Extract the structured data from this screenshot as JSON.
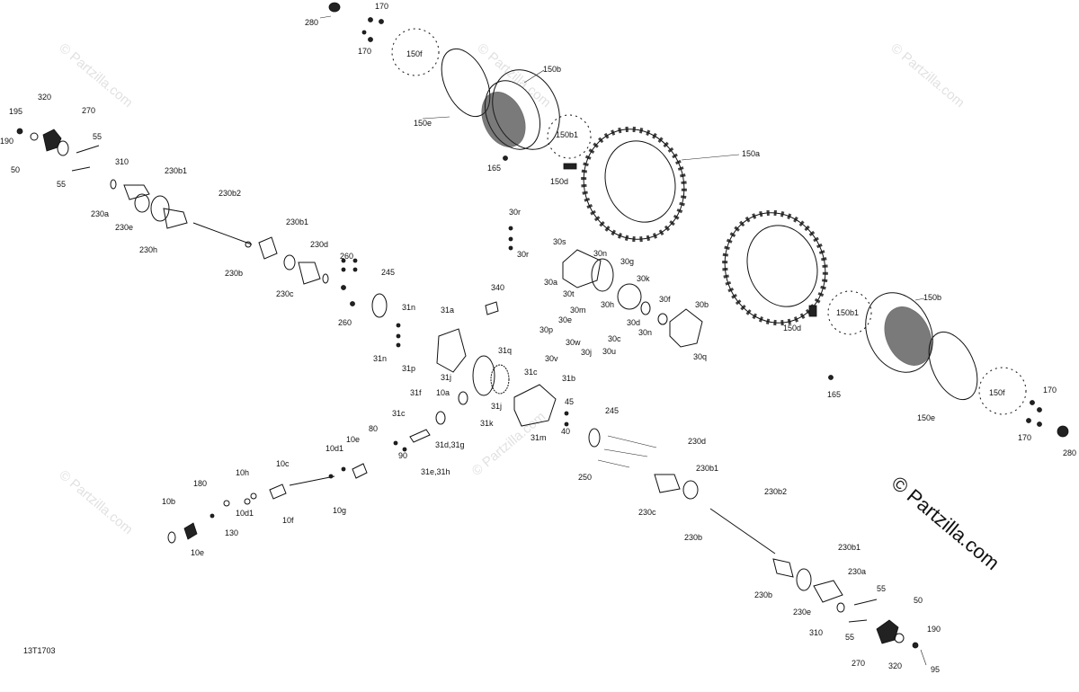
{
  "diagram": {
    "reference_code": "13T1703",
    "watermark": {
      "small_text": "© Partzilla.com",
      "large_text": "© Partzilla.com"
    },
    "labels": {
      "l280a": "280",
      "l170a": "170",
      "l170b": "170",
      "l150f_a": "150f",
      "l150b_a": "150b",
      "l150e_a": "150e",
      "l150b1_a": "150b1",
      "l165a": "165",
      "l150d_a": "150d",
      "l150a_a": "150a",
      "l320a": "320",
      "l195": "195",
      "l190a": "190",
      "l270a": "270",
      "l55a": "55",
      "l50a": "50",
      "l55b": "55",
      "l310a": "310",
      "l230b1_a": "230b1",
      "l230a_a": "230a",
      "l230e_a": "230e",
      "l230h": "230h",
      "l230b2_a": "230b2",
      "l230b_a": "230b",
      "l230b1_b": "230b1",
      "l230d_a": "230d",
      "l230c_a": "230c",
      "l260a": "260",
      "l260b": "260",
      "l245a": "245",
      "l30r_a": "30r",
      "l30r_b": "30r",
      "l30s": "30s",
      "l30a": "30a",
      "l30n_a": "30n",
      "l30g": "30g",
      "l30t": "30t",
      "l30k": "30k",
      "l30f": "30f",
      "l30b": "30b",
      "l30h": "30h",
      "l30d": "30d",
      "l30m": "30m",
      "l30e": "30e",
      "l30c": "30c",
      "l30n_b": "30n",
      "l30p": "30p",
      "l30w": "30w",
      "l30j": "30j",
      "l30u": "30u",
      "l30v": "30v",
      "l30q": "30q",
      "l340": "340",
      "l31n_a": "31n",
      "l31n_b": "31n",
      "l31p": "31p",
      "l31a": "31a",
      "l31q": "31q",
      "l31j_a": "31j",
      "l31c": "31c",
      "l31b": "31b",
      "l31j_b": "31j",
      "l31k": "31k",
      "l31m": "31m",
      "l31f": "31f",
      "l10a": "10a",
      "l31c_b": "31c",
      "l31dg": "31d,31g",
      "l31eh": "31e,31h",
      "l45": "45",
      "l40": "40",
      "l80": "80",
      "l90": "90",
      "l10e_a": "10e",
      "l10d1_a": "10d1",
      "l10c": "10c",
      "l10h": "10h",
      "l10d1_b": "10d1",
      "l10f": "10f",
      "l10g": "10g",
      "l180": "180",
      "l10b": "10b",
      "l130": "130",
      "l10e_b": "10e",
      "l245b": "245",
      "l230d_b": "230d",
      "l250": "250",
      "l230b1_c": "230b1",
      "l230c_b": "230c",
      "l230b_b": "230b",
      "l230b2_b": "230b2",
      "l230b1_d": "230b1",
      "l230a_b": "230a",
      "l230b_c": "230b",
      "l230e_b": "230e",
      "l55c": "55",
      "l50b": "50",
      "l310b": "310",
      "l55d": "55",
      "l190b": "190",
      "l270b": "270",
      "l320b": "320",
      "l95": "95",
      "l150b_b": "150b",
      "l150b1_b": "150b1",
      "l150d_b": "150d",
      "l165b": "165",
      "l150f_b": "150f",
      "l150e_b": "150e",
      "l170c": "170",
      "l170d": "170",
      "l280b": "280"
    }
  }
}
